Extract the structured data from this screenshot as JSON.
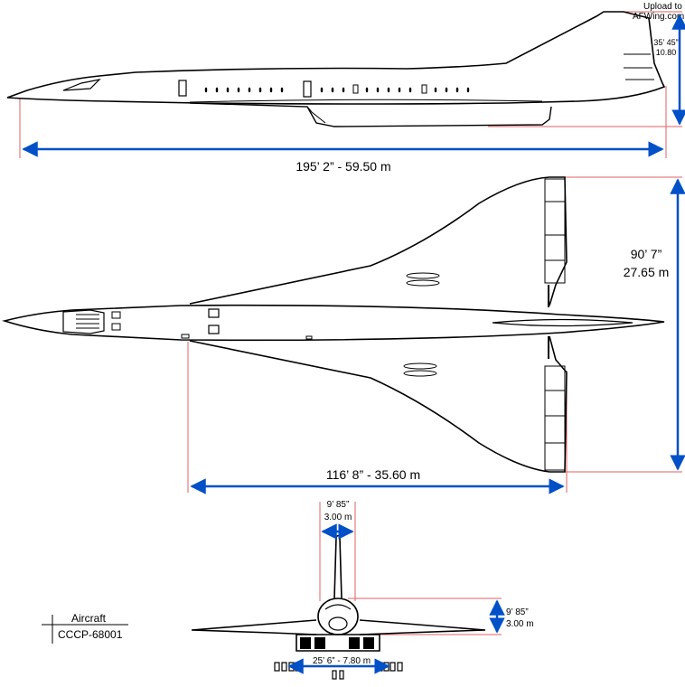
{
  "credit": {
    "line1": "Upload to",
    "line2": "AFWing.com"
  },
  "side_view": {
    "length_label": "195’ 2” - 59.50 m",
    "height_label_top": "35’ 45”",
    "height_label_bottom": "10.80"
  },
  "top_view": {
    "half_length_label": "116’ 8” - 35.60 m",
    "span_label_top": "90’ 7”",
    "span_label_bottom": "27.65 m"
  },
  "front_view": {
    "fin_width_top": "9’ 85”",
    "fin_width_bottom": "3.00 m",
    "fin_height_top": "9’ 85”",
    "fin_height_bottom": "3.00 m",
    "track_label": "25’ 6” - 7.80 m"
  },
  "aircraft": {
    "caption": "Aircraft",
    "registration": "CCCP-68001"
  },
  "colors": {
    "outline": "#000000",
    "dimension_arrow": "#0050c8",
    "guide_line": "#e06060"
  }
}
